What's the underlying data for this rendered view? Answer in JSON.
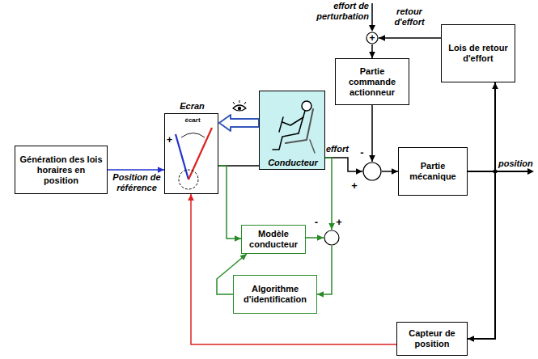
{
  "diagram": {
    "nodes": [
      {
        "text": [
          "+"
        ]
      },
      {
        "text": [
          "Lois de retour d'effort"
        ]
      },
      {
        "text": [
          "Partie commande actionneur"
        ]
      },
      {
        "text": [
          "Ecran",
          "écart"
        ]
      },
      {
        "text": [
          "Conducteur"
        ]
      },
      {
        "text": [
          "Génération des lois horaires en position"
        ]
      },
      {
        "text": [
          "-",
          "+"
        ]
      },
      {
        "text": [
          "Partie mécanique"
        ]
      },
      {
        "text": [
          "Modèle conducteur"
        ]
      },
      {
        "text": [
          "+",
          "-"
        ]
      },
      {
        "text": [
          "Algorithme d'identification"
        ]
      },
      {
        "text": [
          "Capteur de position"
        ]
      }
    ],
    "edges": [
      {
        "from": 5,
        "to": 3,
        "label": "Position de référence",
        "arrow": "to"
      },
      {
        "from": 4,
        "to": 3,
        "arrow": "to"
      },
      {
        "from": 3,
        "to": 4,
        "arrow": "none"
      },
      {
        "from": 4,
        "to": 6,
        "label": "effort",
        "arrow": "to"
      },
      {
        "from": 1,
        "to": 0,
        "label": "retour d'effort",
        "arrow": "to"
      },
      {
        "from": 0,
        "to": 2,
        "arrow": "to"
      },
      {
        "from": 2,
        "to": 6,
        "arrow": "to"
      },
      {
        "from": 6,
        "to": 7,
        "arrow": "to"
      },
      {
        "from": 7,
        "to": 1,
        "arrow": "to"
      },
      {
        "from": 7,
        "to": 11,
        "arrow": "to"
      },
      {
        "from": 11,
        "to": 3,
        "arrow": "to"
      },
      {
        "from": 3,
        "to": 8,
        "arrow": "to"
      },
      {
        "from": 4,
        "to": 9,
        "arrow": "to"
      },
      {
        "from": 8,
        "to": 9,
        "arrow": "to"
      },
      {
        "from": 9,
        "to": 10,
        "arrow": "to"
      },
      {
        "from": 10,
        "to": 8,
        "arrow": "to"
      }
    ],
    "labels": [
      "effort de perturbation",
      "position",
      "+"
    ]
  }
}
